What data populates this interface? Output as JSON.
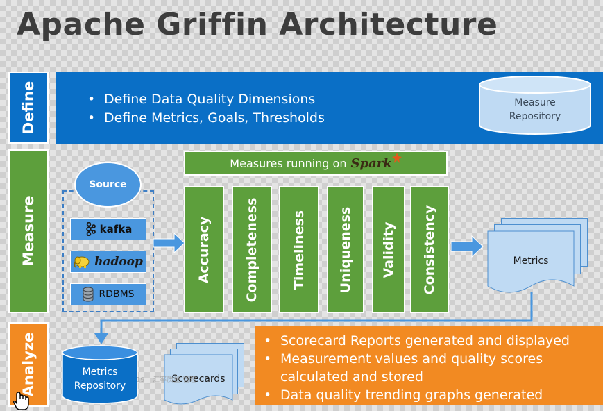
{
  "title": "Apache Griffin Architecture",
  "phases": {
    "define": "Define",
    "measure": "Measure",
    "analyze": "Analyze"
  },
  "define": {
    "bullets": [
      "Define Data Quality Dimensions",
      "Define Metrics, Goals, Thresholds"
    ],
    "repository": {
      "line1": "Measure",
      "line2": "Repository"
    }
  },
  "measure": {
    "spark_bar": {
      "text": "Measures running on",
      "engine": "Spark"
    },
    "source": {
      "label": "Source",
      "items": [
        {
          "label": "kafka",
          "icon": "kafka-icon"
        },
        {
          "label": "hadoop",
          "icon": "hadoop-elephant-icon"
        },
        {
          "label": "RDBMS",
          "icon": "database-icon"
        }
      ]
    },
    "dimensions": [
      "Accuracy",
      "Completeness",
      "Timeliness",
      "Uniqueness",
      "Validity",
      "Consistency"
    ],
    "metrics_label": "Metrics"
  },
  "analyze": {
    "repository": {
      "line1": "Metrics",
      "line2": "Repository"
    },
    "scorecards_label": "Scorecards",
    "bullets": [
      "Scorecard Reports generated and displayed",
      "Measurement values and quality scores calculated and stored",
      "Data quality trending graphs generated"
    ],
    "watermark": "19 _ 汇率质量 管理"
  },
  "colors": {
    "define_blue": "#0a6fc6",
    "measure_green": "#5d9f3c",
    "analyze_orange": "#f28a22",
    "source_blue": "#4a97df",
    "doc_blue": "#bfdaf3"
  }
}
